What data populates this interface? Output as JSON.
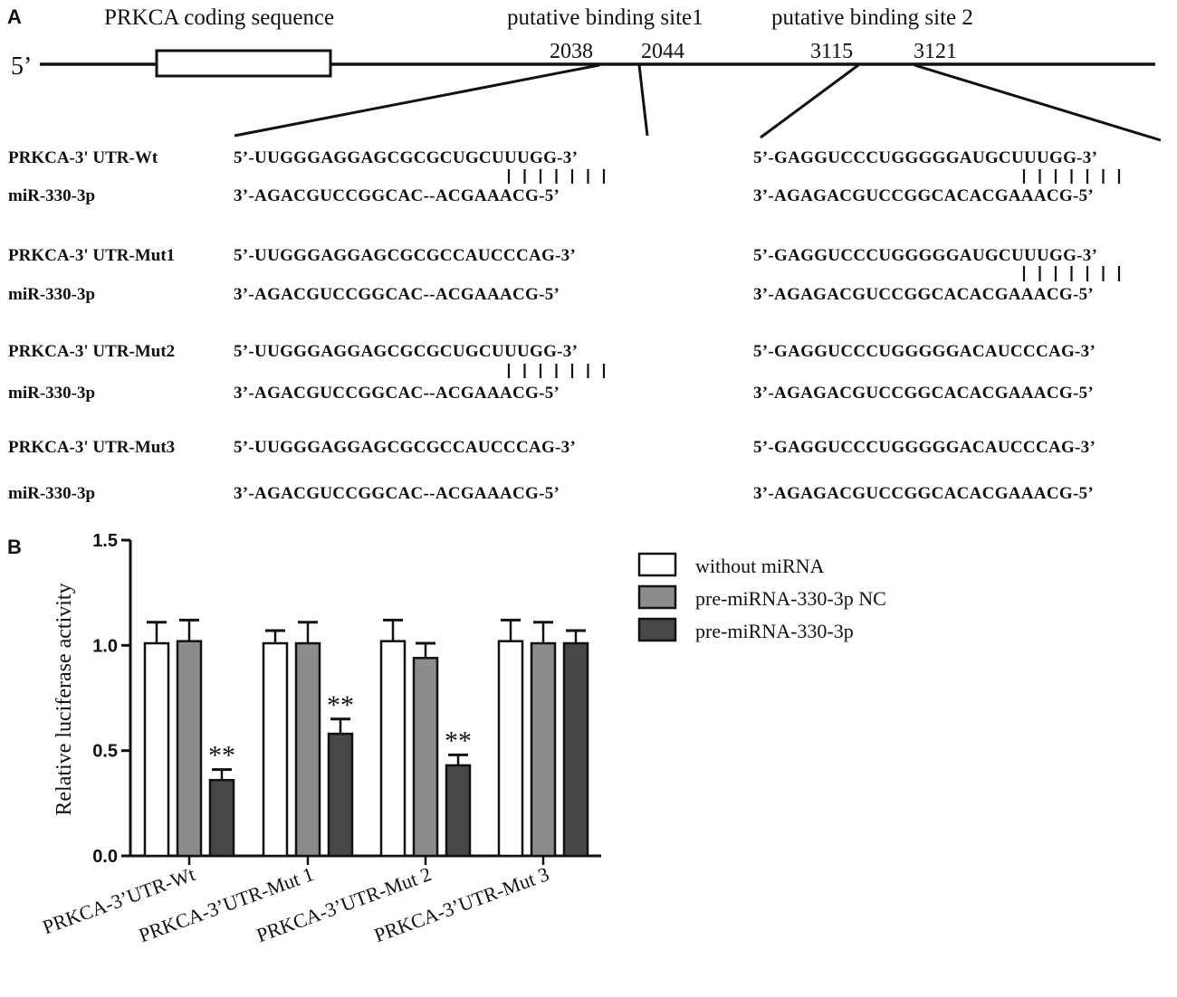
{
  "panel_a": {
    "letter": "A",
    "five_prime": "5’",
    "coding_label": "PRKCA coding sequence",
    "site1_title": "putative binding site1",
    "site2_title": "putative binding site 2",
    "site1_start": "2038",
    "site1_end": "2044",
    "site2_start": "3115",
    "site2_end": "3121",
    "rows": [
      {
        "label": "PRKCA-3' UTR-Wt",
        "seq1": "5’-UUGGGAGGAGCGCGCUGCUUUGG-3’",
        "seq2": "5’-GAGGUCCCUGGGGGAUGCUUUGG-3’"
      },
      {
        "label": "miR-330-3p",
        "seq1": "3’-AGACGUCCGGCAC--ACGAAACG-5’",
        "seq2": "3’-AGAGACGUCCGGCACACGAAACG-5’"
      },
      {
        "label": "PRKCA-3' UTR-Mut1",
        "seq1": "5’-UUGGGAGGAGCGCGCCAUCCCAG-3’",
        "seq2": "5’-GAGGUCCCUGGGGGAUGCUUUGG-3’"
      },
      {
        "label": "miR-330-3p",
        "seq1": "3’-AGACGUCCGGCAC--ACGAAACG-5’",
        "seq2": "3’-AGAGACGUCCGGCACACGAAACG-5’"
      },
      {
        "label": "PRKCA-3' UTR-Mut2",
        "seq1": "5’-UUGGGAGGAGCGCGCUGCUUUGG-3’",
        "seq2": "5’-GAGGUCCCUGGGGGACAUCCCAG-3’"
      },
      {
        "label": "miR-330-3p",
        "seq1": "3’-AGACGUCCGGCAC--ACGAAACG-5’",
        "seq2": "3’-AGAGACGUCCGGCACACGAAACG-5’"
      },
      {
        "label": "PRKCA-3' UTR-Mut3",
        "seq1": "5’-UUGGGAGGAGCGCGCCAUCCCAG-3’",
        "seq2": "5’-GAGGUCCCUGGGGGACAUCCCAG-3’"
      },
      {
        "label": "miR-330-3p",
        "seq1": "3’-AGACGUCCGGCAC--ACGAAACG-5’",
        "seq2": "3’-AGAGACGUCCGGCACACGAAACG-5’"
      }
    ]
  },
  "panel_b": {
    "letter": "B",
    "significance_mark": "**"
  },
  "chart_data": {
    "type": "bar",
    "title": "",
    "xlabel": "",
    "ylabel": "Relative luciferase activity",
    "ylim": [
      0,
      1.5
    ],
    "yticks": [
      "0.0",
      "0.5",
      "1.0",
      "1.5"
    ],
    "yticks_values": [
      0,
      0.5,
      1.0,
      1.5
    ],
    "categories": [
      "PRKCA-3’UTR-Wt",
      "PRKCA-3’UTR-Mut 1",
      "PRKCA-3’UTR-Mut 2",
      "PRKCA-3’UTR-Mut 3"
    ],
    "series": [
      {
        "name": "without miRNA",
        "color": "#ffffff",
        "values": [
          1.01,
          1.01,
          1.02,
          1.02
        ],
        "errors": [
          0.1,
          0.06,
          0.1,
          0.1
        ],
        "significant": [
          false,
          false,
          false,
          false
        ]
      },
      {
        "name": "pre-miRNA-330-3p NC",
        "color": "#8c8c8c",
        "values": [
          1.02,
          1.01,
          0.94,
          1.01
        ],
        "errors": [
          0.1,
          0.1,
          0.07,
          0.1
        ],
        "significant": [
          false,
          false,
          false,
          false
        ]
      },
      {
        "name": "pre-miRNA-330-3p",
        "color": "#474747",
        "values": [
          0.36,
          0.58,
          0.43,
          1.01
        ],
        "errors": [
          0.05,
          0.07,
          0.05,
          0.06
        ],
        "significant": [
          true,
          true,
          true,
          false
        ]
      }
    ],
    "legend_position": "top-right",
    "grid": false
  }
}
